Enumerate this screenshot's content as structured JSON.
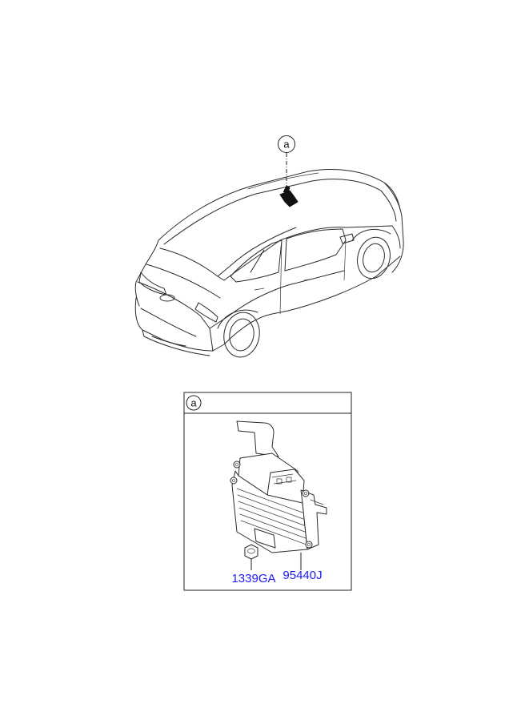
{
  "callout": {
    "letter": "a"
  },
  "detail_box": {
    "letter": "a"
  },
  "parts": [
    {
      "number": "1339GA",
      "color": "#1a1aff"
    },
    {
      "number": "95440J",
      "color": "#1a1aff"
    }
  ],
  "colors": {
    "line": "#2a2a2a",
    "part_label": "#1a1aff",
    "background": "#ffffff"
  }
}
